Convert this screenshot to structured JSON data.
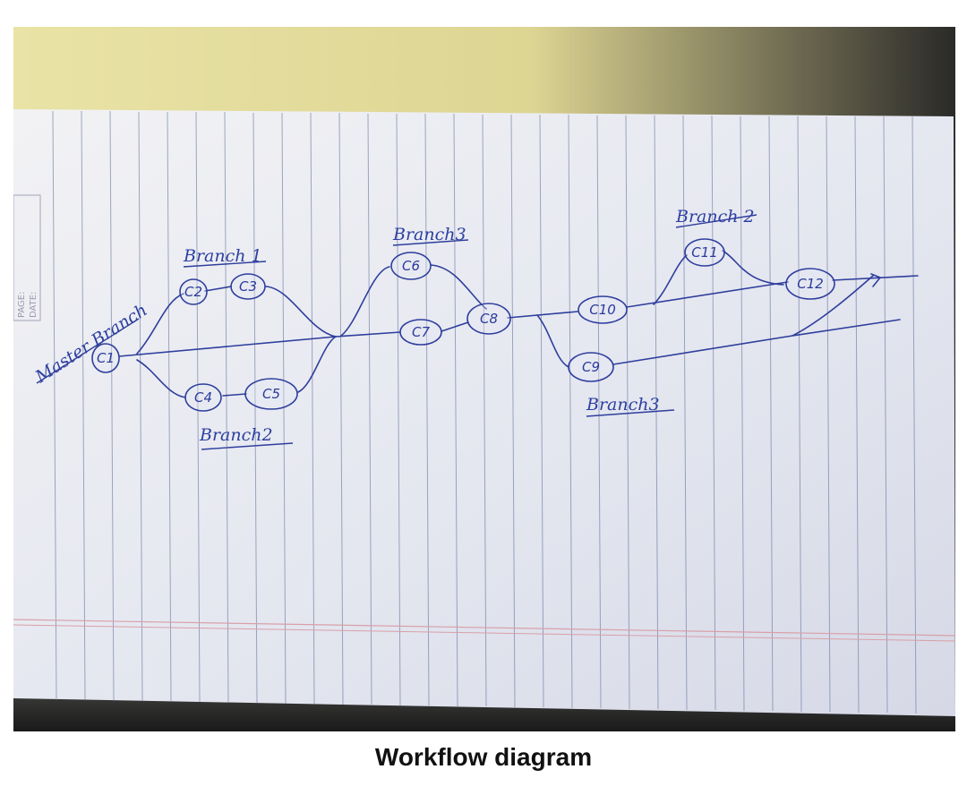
{
  "caption": "Workflow diagram",
  "colors": {
    "ink": "#2e3e9c",
    "paper": "#e9ebf3",
    "ruling": "#6a7a9e",
    "margin_rule": "#d8a0a8"
  },
  "page_margin": {
    "page": "PAGE:",
    "date": "DATE:"
  },
  "labels": {
    "master": "Master Branch",
    "branch1_top": "Branch 1",
    "branch2_bottom": "Branch2",
    "branch3_top": "Branch3",
    "branch2_right": "Branch 2",
    "branch3_bottom": "Branch3"
  },
  "commits": {
    "c1": "C1",
    "c2": "C2",
    "c3": "C3",
    "c4": "C4",
    "c5": "C5",
    "c6": "C6",
    "c7": "C7",
    "c8": "C8",
    "c9": "C9",
    "c10": "C10",
    "c11": "C11",
    "c12": "C12"
  }
}
